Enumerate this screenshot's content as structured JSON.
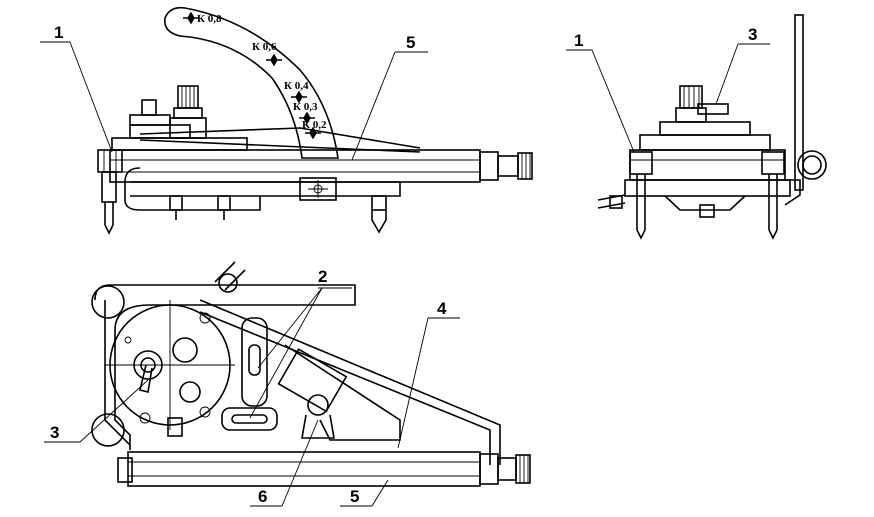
{
  "callouts": {
    "side_view": {
      "part1": "1",
      "part5": "5"
    },
    "end_view": {
      "part1": "1",
      "part3": "3"
    },
    "plan_view": {
      "part2": "2",
      "part3": "3",
      "part4": "4",
      "part5": "5",
      "part6": "6"
    }
  },
  "scale_labels": [
    "К 0,8",
    "К 0,6",
    "К 0,4",
    "К 0,3",
    "К 0,2"
  ]
}
